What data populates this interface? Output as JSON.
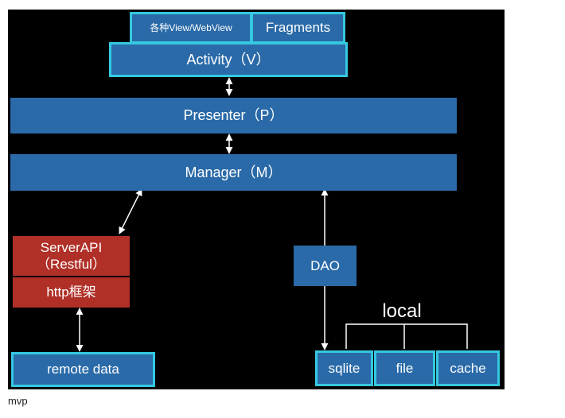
{
  "view_top": {
    "webview": "各种View/WebView",
    "fragments": "Fragments"
  },
  "activity": "Activity（V）",
  "presenter": "Presenter（P）",
  "manager": "Manager（M）",
  "server": {
    "line1": "ServerAPI",
    "line2": "（Restful）",
    "http": "http框架"
  },
  "dao": "DAO",
  "remote": "remote data",
  "local": {
    "label": "local",
    "sqlite": "sqlite",
    "file": "file",
    "cache": "cache"
  },
  "caption": "mvp",
  "colors": {
    "box_blue": "#2a6aa8",
    "box_red": "#b03028",
    "border_cyan": "#35c8e0",
    "background": "#000000"
  }
}
